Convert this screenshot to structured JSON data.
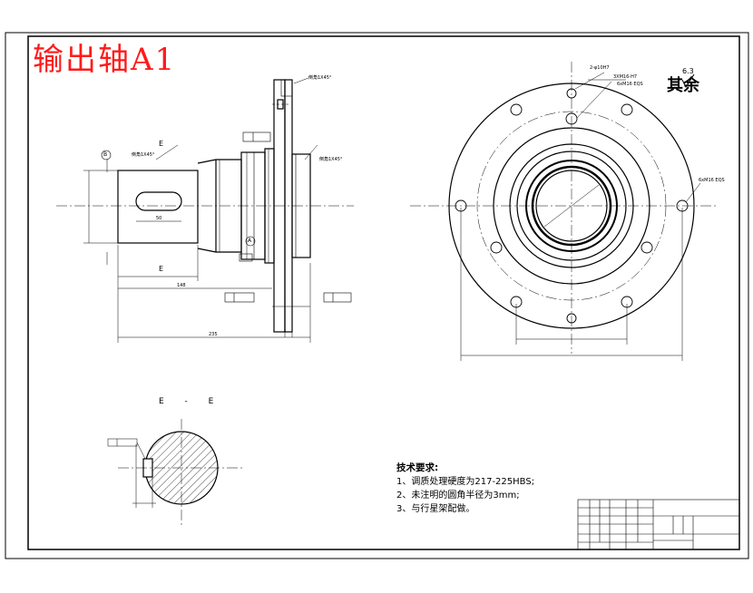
{
  "title": "输出轴A1",
  "surface_finish": {
    "label": "其余",
    "value": "6.3"
  },
  "technical_requirements": {
    "heading": "技术要求:",
    "items": [
      "1、调质处理硬度为217-225HBS;",
      "2、未注明的圆角半径为3mm;",
      "3、与行星架配做。"
    ]
  },
  "section_label": "E - E",
  "marks": {
    "e1": "E",
    "e2": "E",
    "b": "B",
    "a": "A"
  },
  "callouts": {
    "chamfer_top": "倒角1X45°",
    "chamfer_right": "倒角1X45°",
    "chamfer_left": "倒角1X45°",
    "hole_top": "2-φ10H7",
    "bolt_holes": "3XM16-H7",
    "thread_right": "6xM16 EQS",
    "thread_top2": "6xM16 EQS"
  },
  "dims": {
    "overall": "235",
    "d1": "148",
    "d2": "50"
  },
  "colors": {
    "title": "#ff1a1a",
    "line": "#000000"
  }
}
